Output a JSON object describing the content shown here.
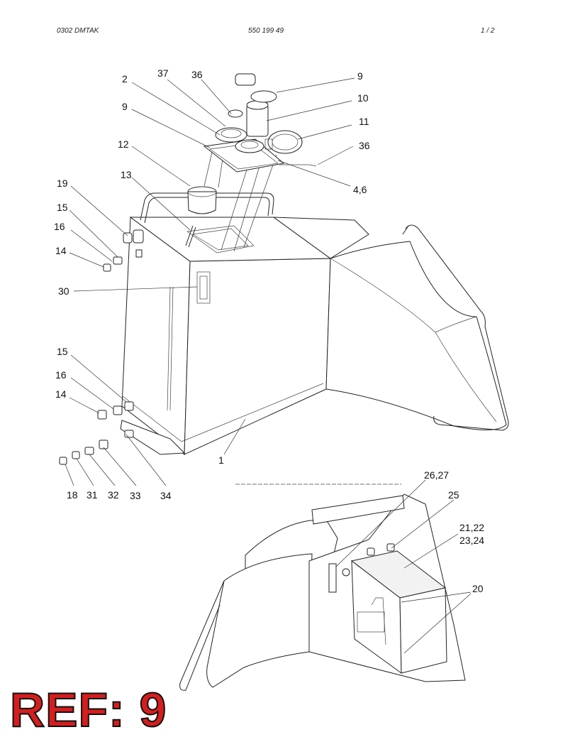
{
  "header": {
    "left": "0302 DMTAK",
    "center": "550 199 49",
    "right": "1 /   2"
  },
  "callouts": [
    {
      "id": "c-2",
      "text": "2"
    },
    {
      "id": "c-37",
      "text": "37"
    },
    {
      "id": "c-36a",
      "text": "36"
    },
    {
      "id": "c-9a",
      "text": "9"
    },
    {
      "id": "c-10",
      "text": "10"
    },
    {
      "id": "c-11",
      "text": "11"
    },
    {
      "id": "c-36b",
      "text": "36"
    },
    {
      "id": "c-9b",
      "text": "9"
    },
    {
      "id": "c-12",
      "text": "12"
    },
    {
      "id": "c-46",
      "text": "4,6"
    },
    {
      "id": "c-13",
      "text": "13"
    },
    {
      "id": "c-19",
      "text": "19"
    },
    {
      "id": "c-15a",
      "text": "15"
    },
    {
      "id": "c-16a",
      "text": "16"
    },
    {
      "id": "c-14a",
      "text": "14"
    },
    {
      "id": "c-30",
      "text": "30"
    },
    {
      "id": "c-15b",
      "text": "15"
    },
    {
      "id": "c-16b",
      "text": "16"
    },
    {
      "id": "c-14b",
      "text": "14"
    },
    {
      "id": "c-1",
      "text": "1"
    },
    {
      "id": "c-18",
      "text": "18"
    },
    {
      "id": "c-31",
      "text": "31"
    },
    {
      "id": "c-32",
      "text": "32"
    },
    {
      "id": "c-33",
      "text": "33"
    },
    {
      "id": "c-34",
      "text": "34"
    },
    {
      "id": "c-2627",
      "text": "26,27"
    },
    {
      "id": "c-25",
      "text": "25"
    },
    {
      "id": "c-2122",
      "text": "21,22"
    },
    {
      "id": "c-2324",
      "text": "23,24"
    },
    {
      "id": "c-20",
      "text": "20"
    }
  ],
  "ref_label": "REF: 9",
  "colors": {
    "ref_fill": "#d41e1e",
    "ref_outline": "#111111",
    "line": "#222222"
  }
}
